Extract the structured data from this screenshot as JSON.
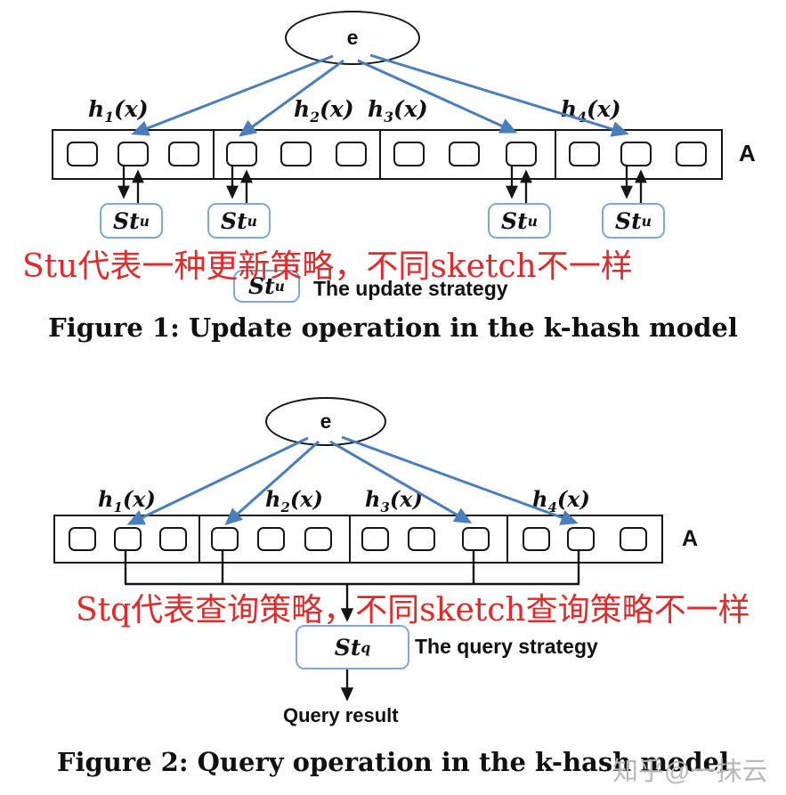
{
  "colors": {
    "arrow_blue": "#4a7ebb",
    "strategy_box_border": "#7fa8d4",
    "annotation_red": "#e22a2a",
    "watermark_gray": "#b8b8b8",
    "line_black": "#151515"
  },
  "figure1": {
    "element_label": "e",
    "hash_labels": [
      {
        "base": "h",
        "sub": "1",
        "args": "(x)"
      },
      {
        "base": "h",
        "sub": "2",
        "args": "(x)"
      },
      {
        "base": "h",
        "sub": "3",
        "args": "(x)"
      },
      {
        "base": "h",
        "sub": "4",
        "args": "(x)"
      }
    ],
    "array_label": "A",
    "strategy_boxes": [
      {
        "base": "St",
        "sub": "u"
      },
      {
        "base": "St",
        "sub": "u"
      },
      {
        "base": "St",
        "sub": "u"
      },
      {
        "base": "St",
        "sub": "u"
      }
    ],
    "legend_box": {
      "base": "St",
      "sub": "u"
    },
    "legend_text": "The update strategy",
    "annotation": "Stu代表一种更新策略，不同sketch不一样",
    "caption": "Figure 1: Update operation in the k-hash model"
  },
  "figure2": {
    "element_label": "e",
    "hash_labels": [
      {
        "base": "h",
        "sub": "1",
        "args": "(x)"
      },
      {
        "base": "h",
        "sub": "2",
        "args": "(x)"
      },
      {
        "base": "h",
        "sub": "3",
        "args": "(x)"
      },
      {
        "base": "h",
        "sub": "4",
        "args": "(x)"
      }
    ],
    "array_label": "A",
    "strategy_box": {
      "base": "St",
      "sub": "q"
    },
    "legend_text": "The query strategy",
    "result_label": "Query result",
    "annotation": "Stq代表查询策略，不同sketch查询策略不一样",
    "caption": "Figure 2: Query operation in the k-hash model"
  },
  "watermark": "知乎@一抹云"
}
